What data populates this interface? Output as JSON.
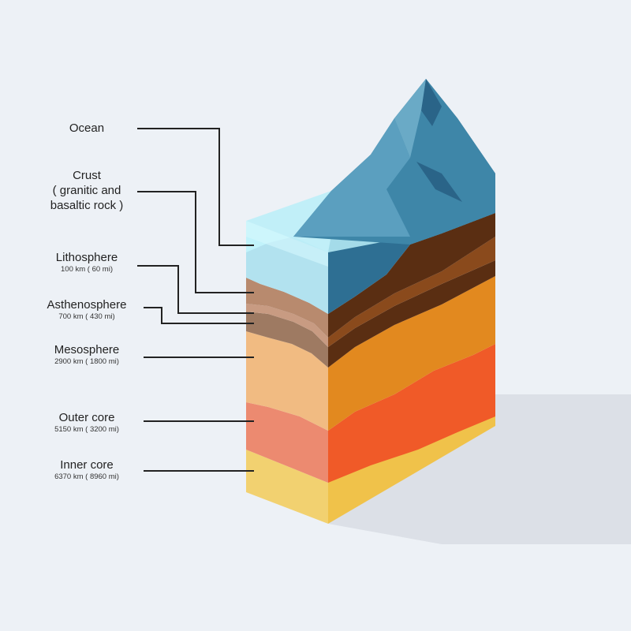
{
  "layers": [
    {
      "id": "ocean",
      "name": "Ocean",
      "name_lines": [
        "Ocean"
      ],
      "depth": ""
    },
    {
      "id": "crust",
      "name": "Crust",
      "name_lines": [
        "Crust",
        "( granitic and",
        "basaltic rock )"
      ],
      "depth": ""
    },
    {
      "id": "lithosphere",
      "name": "Lithosphere",
      "name_lines": [
        "Lithosphere"
      ],
      "depth": "100 km ( 60 mi)"
    },
    {
      "id": "asthenosphere",
      "name": "Asthenosphere",
      "name_lines": [
        "Asthenosphere"
      ],
      "depth": "700 km ( 430 mi)"
    },
    {
      "id": "mesosphere",
      "name": "Mesosphere",
      "name_lines": [
        "Mesosphere"
      ],
      "depth": "2900 km ( 1800 mi)"
    },
    {
      "id": "outer_core",
      "name": "Outer core",
      "name_lines": [
        "Outer core"
      ],
      "depth": "5150 km ( 3200 mi)"
    },
    {
      "id": "inner_core",
      "name": "Inner core",
      "name_lines": [
        "Inner core"
      ],
      "depth": "6370 km ( 8960 mi)"
    }
  ],
  "colors": {
    "background": "#edf1f6",
    "ocean": "#9fe3f0",
    "mountain": "#3e86a8",
    "crust_dark": "#5a2e12",
    "crust_mid": "#8a4a1c",
    "mantle_orange": "#e2891f",
    "outer_core": "#f05a28",
    "inner_core": "#f0c24a",
    "leader_line": "#222222"
  }
}
